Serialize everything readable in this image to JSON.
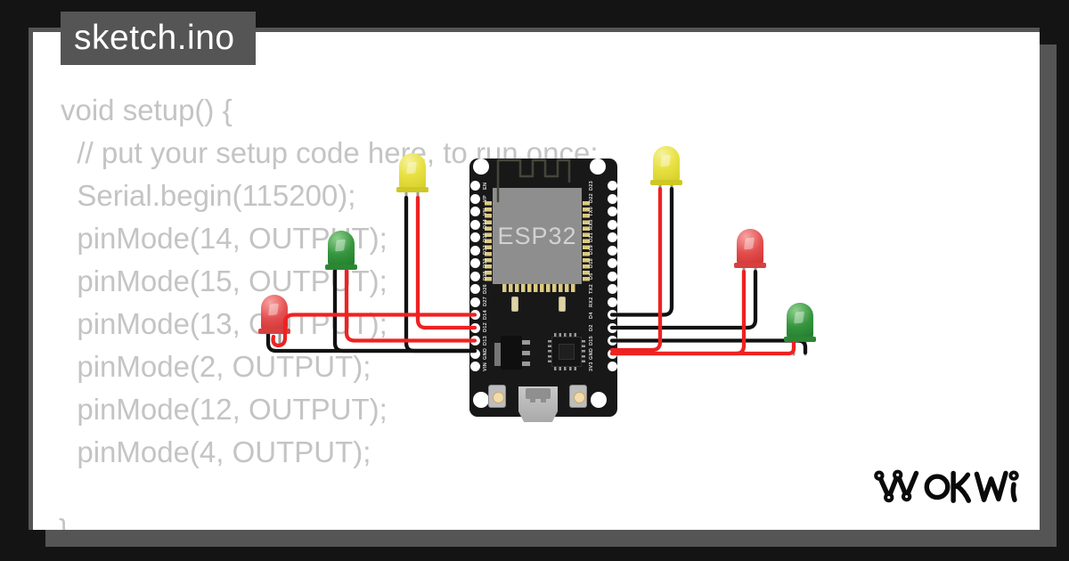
{
  "window": {
    "title": "sketch.ino"
  },
  "code": {
    "lines": [
      "void setup() {",
      "  // put your setup code here, to run once:",
      "  Serial.begin(115200);",
      "  pinMode(14, OUTPUT);",
      "  pinMode(15, OUTPUT);",
      "  pinMode(13, OUTPUT);",
      "  pinMode(2, OUTPUT);",
      "  pinMode(12, OUTPUT);",
      "  pinMode(4, OUTPUT);"
    ],
    "clipped_line": "}"
  },
  "board": {
    "chip_label": "ESP32",
    "left_pins": [
      "EN",
      "VP",
      "VN",
      "D34",
      "D35",
      "D32",
      "D33",
      "D25",
      "D26",
      "D27",
      "D14",
      "D12",
      "D13",
      "GND",
      "VIN"
    ],
    "right_pins": [
      "D23",
      "D22",
      "TX0",
      "RX0",
      "D21",
      "D19",
      "D18",
      "D5",
      "TX2",
      "RX2",
      "D4",
      "D2",
      "D15",
      "GND",
      "3V3"
    ]
  },
  "leds": [
    {
      "name": "led-yellow-left",
      "color": "yellow",
      "side": "left",
      "red_wire_to": "D12",
      "black_wire_to": "GND"
    },
    {
      "name": "led-green-left",
      "color": "green",
      "side": "left",
      "red_wire_to": "D13",
      "black_wire_to": "GND"
    },
    {
      "name": "led-red-left",
      "color": "red",
      "side": "left",
      "red_wire_to": "D14",
      "black_wire_to": "GND"
    },
    {
      "name": "led-yellow-right",
      "color": "yellow",
      "side": "right",
      "red_wire_to": "GND",
      "black_wire_to": "D4"
    },
    {
      "name": "led-red-right",
      "color": "red",
      "side": "right",
      "red_wire_to": "GND",
      "black_wire_to": "D2"
    },
    {
      "name": "led-green-right",
      "color": "green",
      "side": "right",
      "red_wire_to": "GND",
      "black_wire_to": "D15"
    }
  ],
  "logo": {
    "text": "WOKWI"
  },
  "colors": {
    "background": "#141414",
    "frame_gray": "#555555",
    "canvas_white": "#ffffff",
    "code_text": "#c4c4c4",
    "title_text": "#ffffff",
    "pcb_black": "#181818",
    "chip_gray": "#8e8e8e",
    "chip_text": "#d2d2d2",
    "gold_pins": "#dcca82",
    "wire_red": "#ee2222",
    "wire_black": "#111111",
    "led_yellow": "#e3dc35",
    "led_green": "#33943c",
    "led_red": "#e04848"
  }
}
